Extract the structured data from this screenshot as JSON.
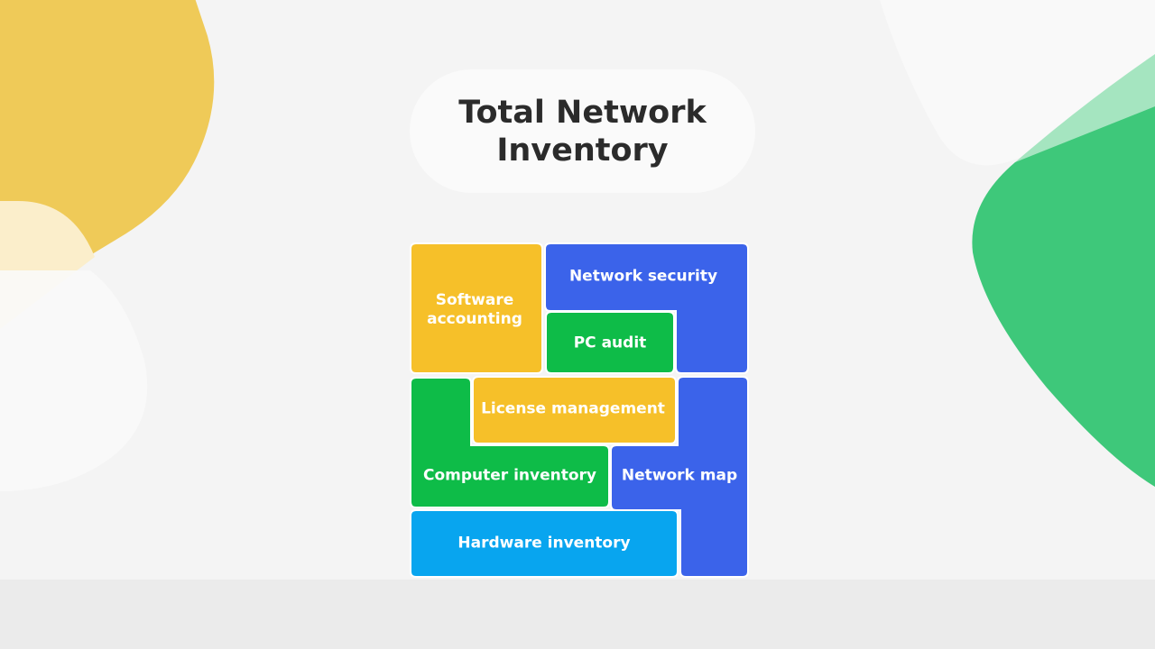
{
  "title": "Total Network Inventory",
  "blocks": [
    {
      "id": "software-accounting",
      "label": "Software accounting",
      "color": "#f6c029"
    },
    {
      "id": "network-security",
      "label": "Network security",
      "color": "#3b63ea"
    },
    {
      "id": "pc-audit",
      "label": "PC audit",
      "color": "#0ebc48"
    },
    {
      "id": "license-management",
      "label": "License management",
      "color": "#f6c029"
    },
    {
      "id": "computer-inventory",
      "label": "Computer inventory",
      "color": "#0ebc48"
    },
    {
      "id": "network-map",
      "label": "Network map",
      "color": "#3b63ea"
    },
    {
      "id": "hardware-inventory",
      "label": "Hardware inventory",
      "color": "#08a5ef"
    }
  ],
  "decoration_colors": {
    "yellow": "#efca58",
    "pale_yellow": "#fbeecb",
    "green": "#3ec87a",
    "light_green": "#a5e5c0"
  }
}
